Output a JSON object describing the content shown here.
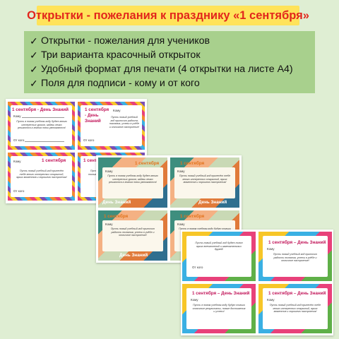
{
  "header": {
    "title": "Открытки - пожелания к празднику «1 сентября»"
  },
  "features": [
    "Открытки - пожелания для учеников",
    "Три варианта красочный открыток",
    "Удобный формат для печати (4 открытки на листе А4)",
    "Поля для подписи - кому и от кого"
  ],
  "check_glyph": "✓",
  "labels": {
    "to": "Кому",
    "from": "От кого"
  },
  "card_titles": {
    "day_of_knowledge": "1 сентября - День Знаний",
    "first_sept": "1 сентября",
    "dash_day": "- День",
    "knowledge": "Знаний",
    "first_sept_dash": "1 сентября – День Знаний",
    "day_knowledge_ru": "День Знаний"
  },
  "wishes": {
    "w1": "Пусть в новом учебном году будет много интересных уроков, задачи легко решаются а знания твои умножаются!",
    "w2": "Пусть новый учебный год принесёт тебе много интересных открытий, ярких моментов и хорошего настроения!",
    "w3": "Пусть новый учебный год приносит радость познания, успехи в учёбе и отличное настроение!",
    "w4": "Пусть в новом учебном году будут только отличные результаты, новые достижения и успехи!",
    "w5": "Пусть новый учебный год будет полон ярких впечатлений и замечательных друзей!"
  }
}
